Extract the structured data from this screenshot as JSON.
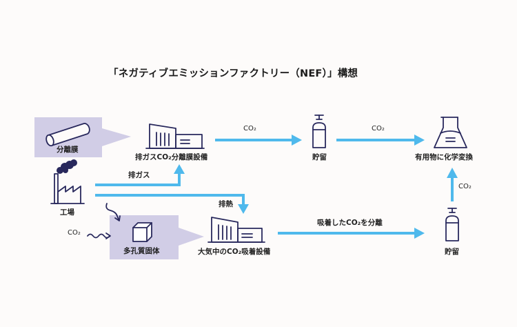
{
  "title": "「ネガティブエミッションファクトリー（NEF）」構想",
  "nodes": {
    "membrane": "分離膜",
    "membrane_facility": "排ガスCO₂分離膜設備",
    "storage_top": "貯留",
    "chemical_conversion": "有用物に化学変換",
    "factory": "工場",
    "porous_solid": "多孔質固体",
    "dac_facility": "大気中のCO₂吸着設備",
    "storage_bottom": "貯留"
  },
  "flows": {
    "exhaust_gas": "排ガス",
    "waste_heat": "排熱",
    "co2_to_storage": "CO₂",
    "co2_to_conversion": "CO₂",
    "co2_up": "CO₂",
    "co2_air_input": "CO₂",
    "adsorbed_co2": "吸着したCO₂を分離"
  },
  "colors": {
    "flow_arrow": "#4fb9ec",
    "icon_ink": "#28285c",
    "callout_fill": "#d1cde6",
    "background": "#fdfbfa"
  }
}
